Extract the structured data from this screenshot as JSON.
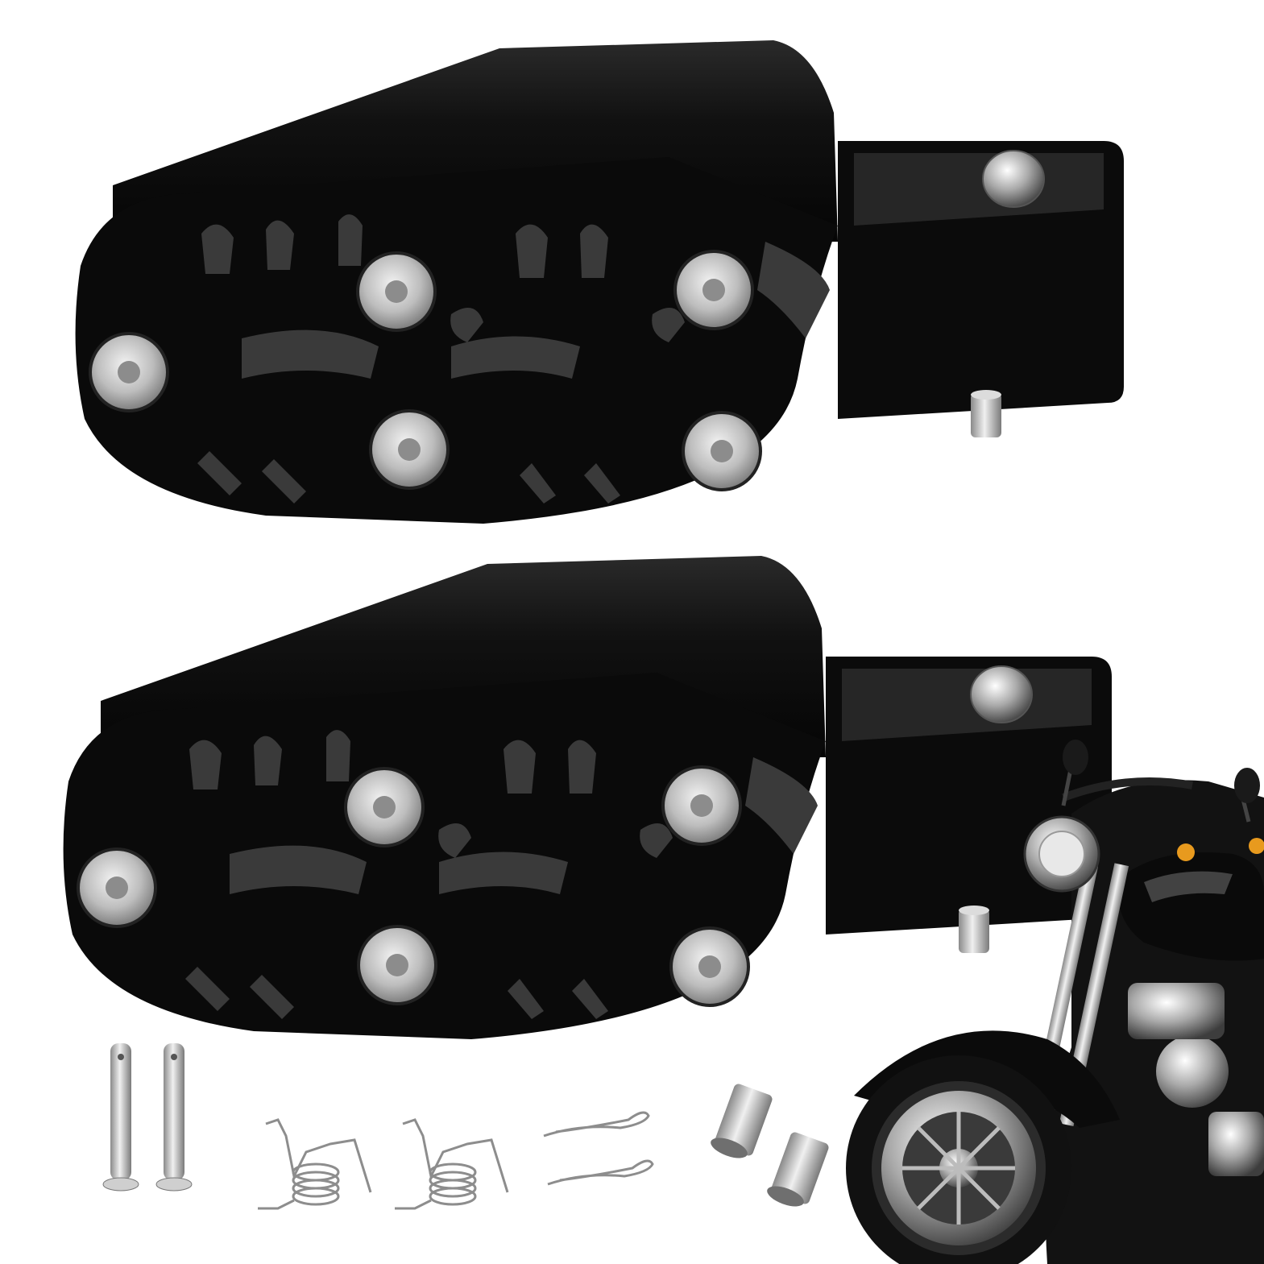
{
  "scene": {
    "background": "#ffffff",
    "footpeg_body_color": "#0d0d0d",
    "footpeg_highlight_color": "#3a3a3a",
    "bolt_color": "#c9c9c9",
    "metal_part_color": "#b5b5b5",
    "footpeg_count": 2,
    "hardware": [
      "clevis-pin",
      "clevis-pin",
      "torsion-spring",
      "torsion-spring",
      "hair-pin-clip",
      "hair-pin-clip",
      "bushing",
      "bushing"
    ],
    "includes_motorcycle_photo": true
  }
}
